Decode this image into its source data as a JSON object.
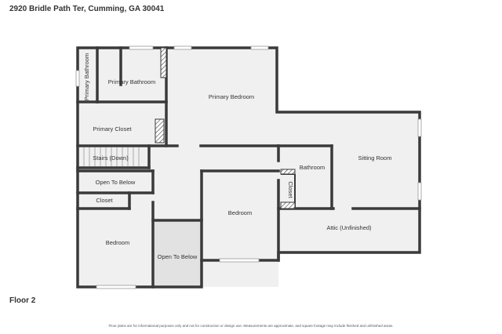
{
  "address": "2920 Bridle Path Ter, Cumming, GA 30041",
  "floor_label": "Floor 2",
  "disclaimer": "Floor plans are for informational purposes only and not for construction or design use. Measurements are approximate, and square footage may include finished and unfinished areas.",
  "rooms": {
    "primary_bath_small": "Primary Bathroom",
    "primary_bathroom": "Primary Bathroom",
    "primary_bedroom": "Primary Bedroom",
    "primary_closet": "Primary Closet",
    "sitting_room": "Sitting Room",
    "stairs": "Stairs (Down)",
    "bathroom": "Bathroom",
    "open_to_below_1": "Open To Below",
    "closet_vertical": "Closet",
    "closet": "Closet",
    "bedroom_center": "Bedroom",
    "attic": "Attic (Unfinished)",
    "bedroom_left": "Bedroom",
    "open_to_below_2": "Open To Below"
  }
}
